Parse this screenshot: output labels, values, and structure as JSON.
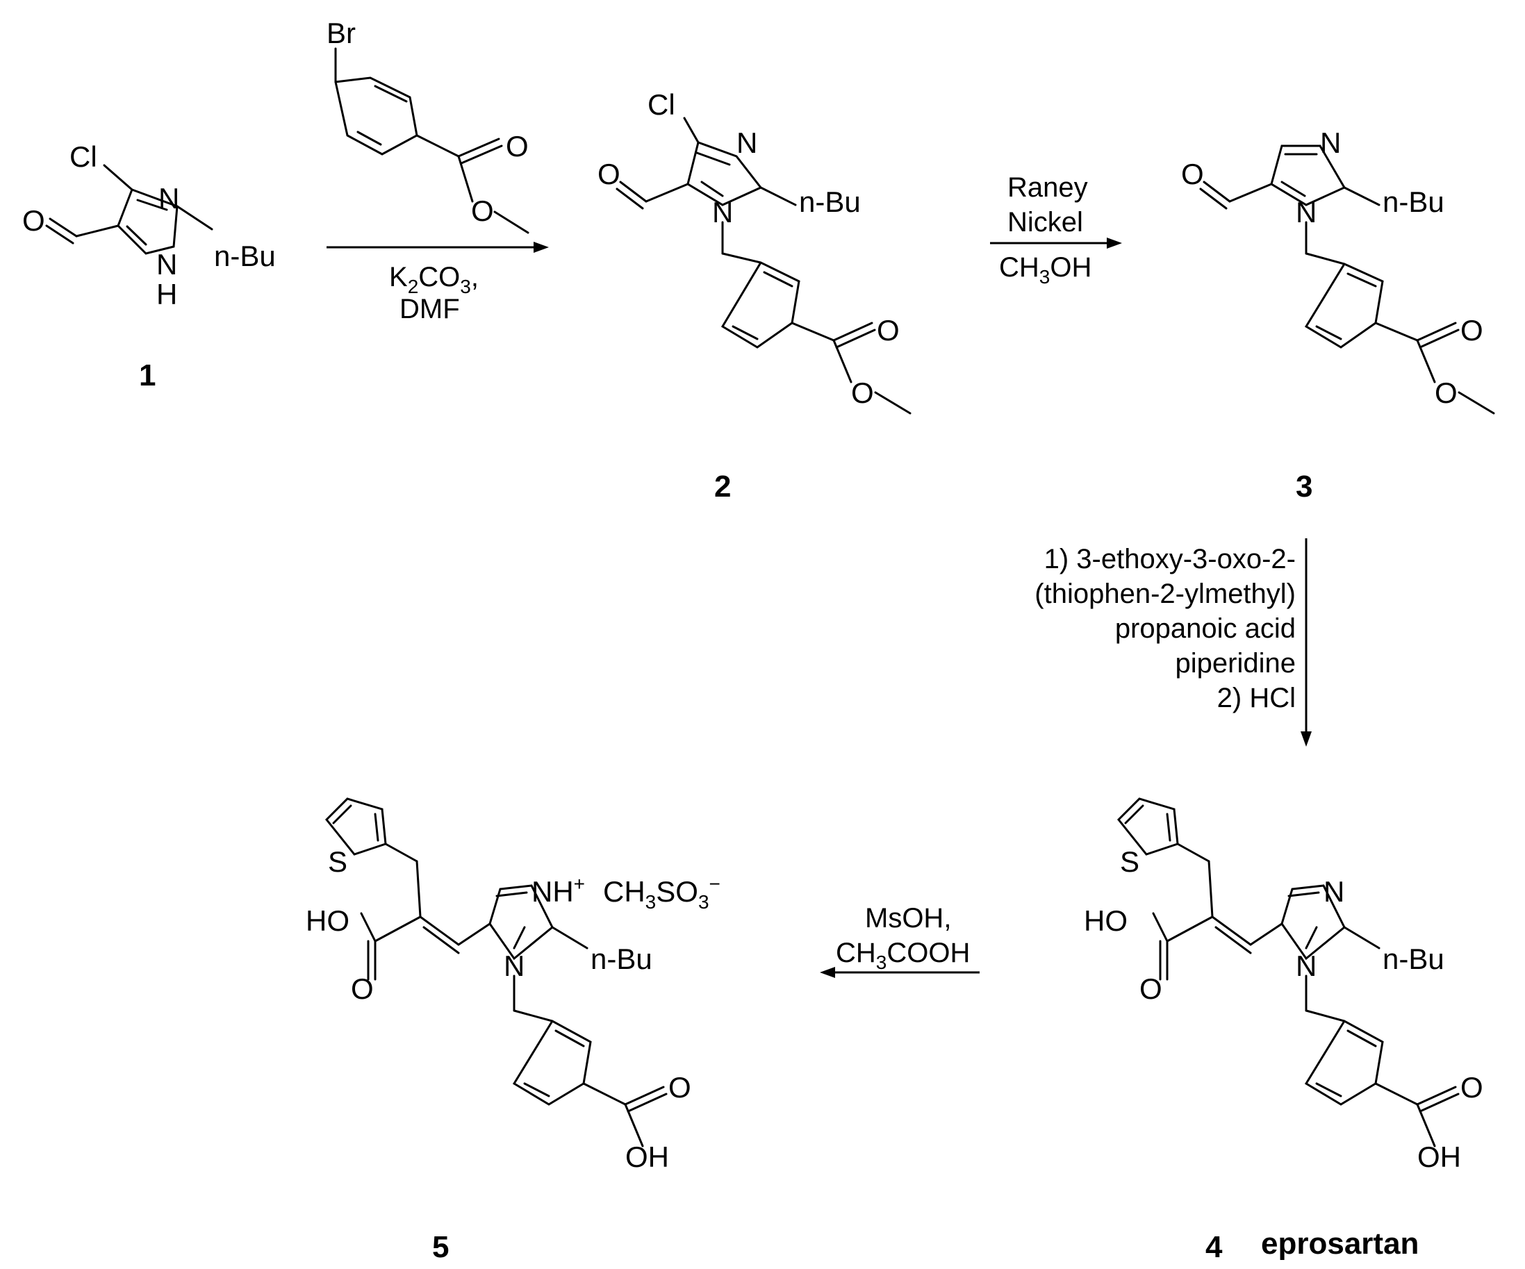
{
  "scheme": {
    "compounds": [
      {
        "label": "1",
        "name": ""
      },
      {
        "label": "2",
        "name": ""
      },
      {
        "label": "3",
        "name": ""
      },
      {
        "label": "4",
        "name": "eprosartan"
      },
      {
        "label": "5",
        "name": ""
      }
    ],
    "atoms": {
      "cl": "Cl",
      "br": "Br",
      "n": "N",
      "h": "H",
      "o": "O",
      "s": "S",
      "nbu": "n-Bu",
      "ho": "HO",
      "oh": "OH",
      "nh": "NH",
      "plus": "+",
      "ch3": "CH",
      "three": "3",
      "so3": "SO",
      "minus": "−"
    },
    "step1": {
      "line1_k": "K",
      "line1_2": "2",
      "line1_co": "CO",
      "line1_3": "3",
      "line1_comma": ",",
      "line2": "DMF"
    },
    "step2": {
      "line1": "Raney",
      "line2": "Nickel",
      "line3_ch": "CH",
      "line3_3": "3",
      "line3_oh": "OH"
    },
    "step3": {
      "line1": "1) 3-ethoxy-3-oxo-2-",
      "line2": "(thiophen-2-ylmethyl)",
      "line3": "propanoic acid",
      "line4": "piperidine",
      "line5": "2) HCl"
    },
    "step4": {
      "line1": "MsOH,",
      "line2_ch": "CH",
      "line2_3": "3",
      "line2_cooh": "COOH"
    }
  }
}
